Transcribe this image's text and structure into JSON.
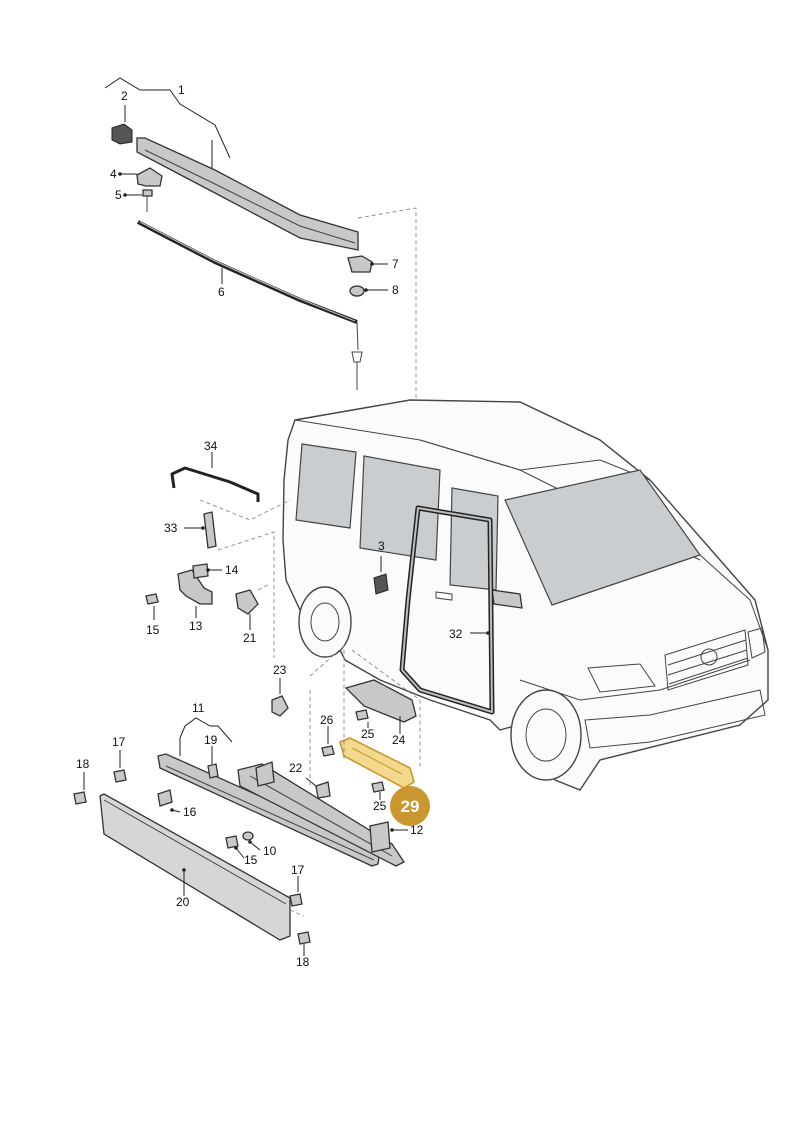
{
  "callouts": {
    "c1": "1",
    "c2": "2",
    "c3": "3",
    "c4": "4",
    "c5": "5",
    "c6": "6",
    "c7": "7",
    "c8": "8",
    "c10": "10",
    "c11": "11",
    "c12": "12",
    "c13": "13",
    "c14": "14",
    "c15a": "15",
    "c15b": "15",
    "c16": "16",
    "c17a": "17",
    "c17b": "17",
    "c18a": "18",
    "c18b": "18",
    "c19": "19",
    "c20": "20",
    "c21": "21",
    "c22": "22",
    "c23": "23",
    "c24": "24",
    "c25a": "25",
    "c25b": "25",
    "c26": "26",
    "c29": "29",
    "c32": "32",
    "c33": "33",
    "c34": "34"
  },
  "highlighted_part": "29",
  "colors": {
    "highlight_fill": "#f3d98b",
    "highlight_stroke": "#c9972d",
    "badge": "#c9972d",
    "line": "#222222"
  }
}
